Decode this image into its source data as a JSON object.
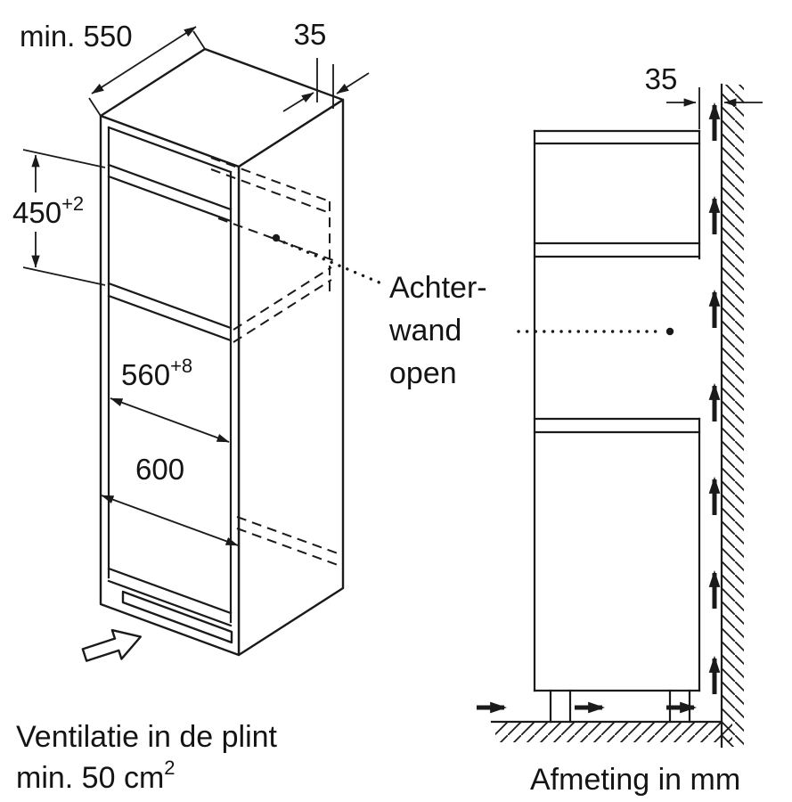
{
  "colors": {
    "ink": "#1a1a1a",
    "background": "#ffffff"
  },
  "isometric_view": {
    "depth_label": "min. 550",
    "rear_gap_label": "35",
    "niche_height": "450",
    "niche_height_tolerance": "+2",
    "niche_width": "560",
    "niche_width_tolerance": "+8",
    "cabinet_width": "600",
    "ventilation_note_line1": "Ventilatie in de plint",
    "ventilation_note_line2": "min. 50 cm",
    "ventilation_note_superscript": "2"
  },
  "side_view": {
    "rear_gap_label": "35",
    "units_note": "Afmeting in mm"
  },
  "callout": {
    "line1": "Achter-",
    "line2": "wand",
    "line3": "open"
  }
}
